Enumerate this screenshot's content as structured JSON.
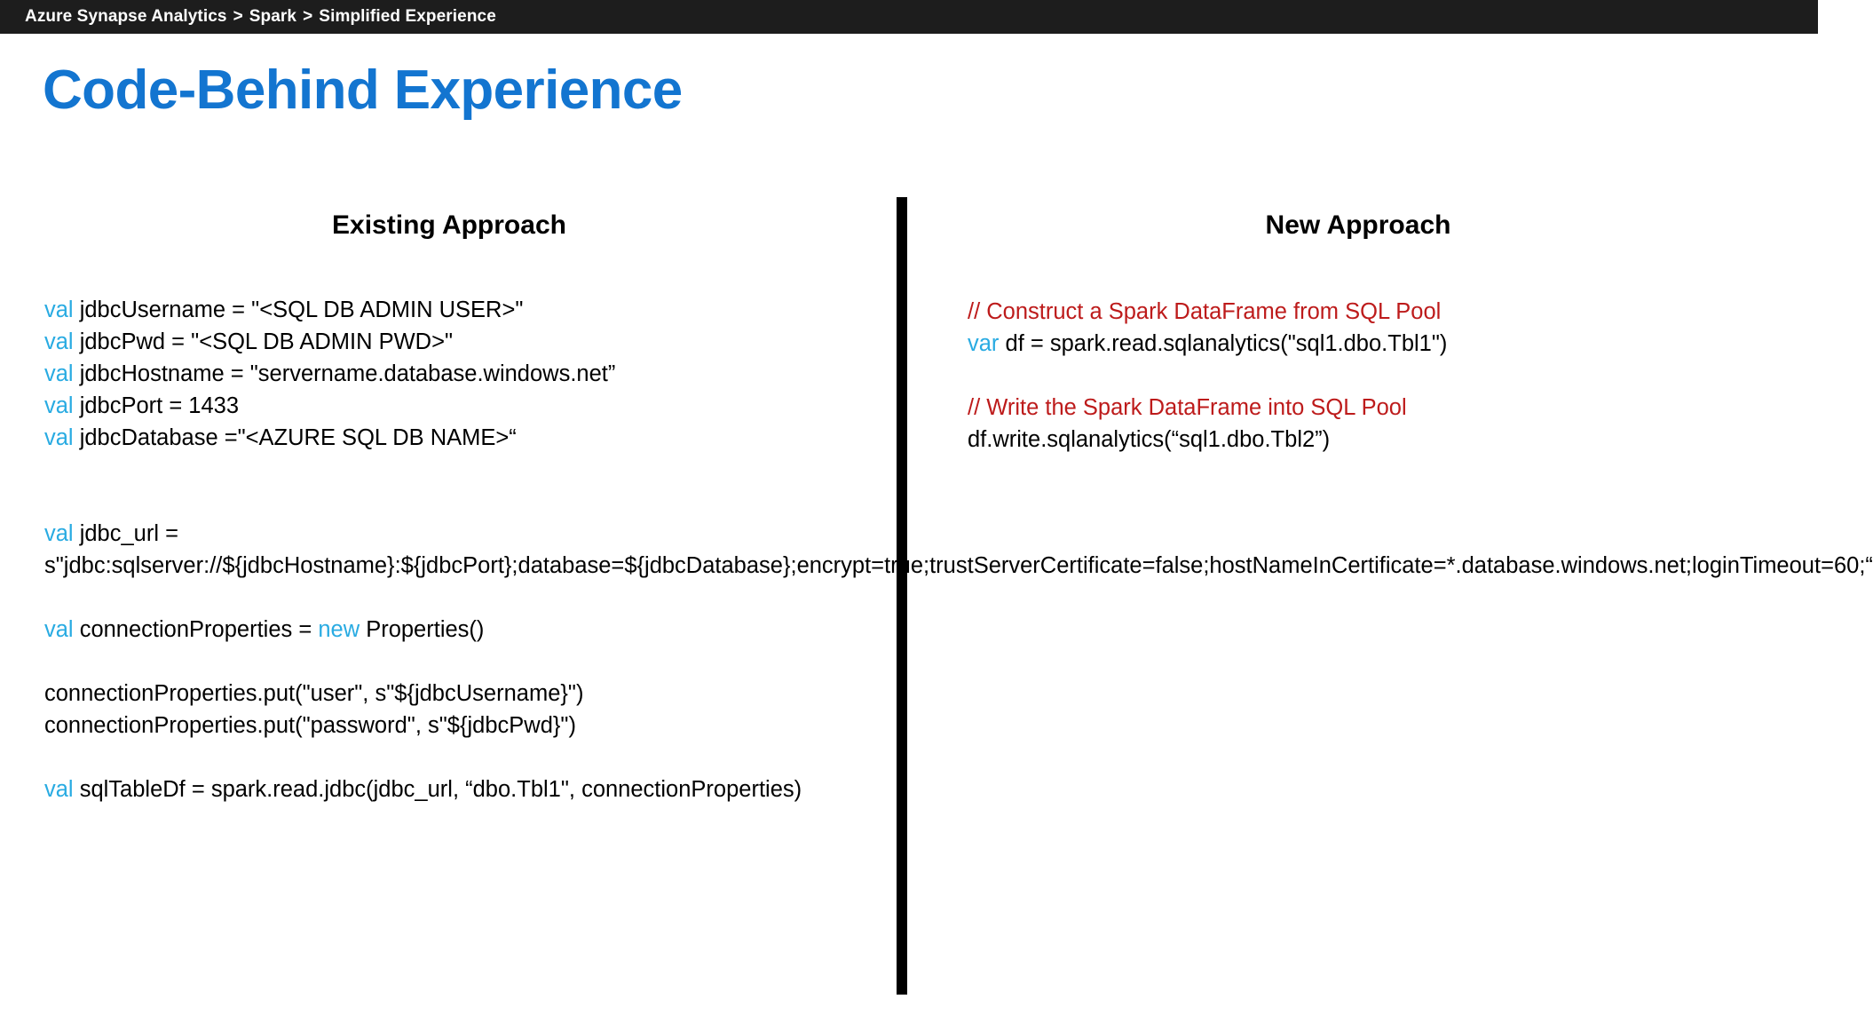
{
  "breadcrumb": {
    "items": [
      "Azure Synapse Analytics",
      "Spark",
      "Simplified Experience"
    ],
    "separator": ">"
  },
  "title": "Code-Behind Experience",
  "columns": {
    "left": {
      "heading": "Existing Approach",
      "lines": [
        {
          "kw": "val",
          "text": " jdbcUsername = \"<SQL DB ADMIN USER>\""
        },
        {
          "kw": "val",
          "text": " jdbcPwd = \"<SQL DB ADMIN PWD>\""
        },
        {
          "kw": "val",
          "text": " jdbcHostname = \"servername.database.windows.net”"
        },
        {
          "kw": "val",
          "text": " jdbcPort = 1433"
        },
        {
          "kw": "val",
          "text": " jdbcDatabase =\"<AZURE SQL DB NAME>“"
        },
        {
          "kw": "",
          "text": ""
        },
        {
          "kw": "",
          "text": ""
        },
        {
          "kw": "val",
          "text": " jdbc_url ="
        },
        {
          "kw": "",
          "text": "s\"jdbc:sqlserver://${jdbcHostname}:${jdbcPort};database=${jdbcDatabase};encrypt=true;trustServerCertificate=false;hostNameInCertificate=*.database.windows.net;loginTimeout=60;“"
        },
        {
          "kw": "",
          "text": ""
        },
        {
          "kw": "val",
          "text": " connectionProperties = ",
          "kw2": "new",
          "text2": " Properties()"
        },
        {
          "kw": "",
          "text": ""
        },
        {
          "kw": "",
          "text": "connectionProperties.put(\"user\", s\"${jdbcUsername}\")"
        },
        {
          "kw": "",
          "text": "connectionProperties.put(\"password\", s\"${jdbcPwd}\")"
        },
        {
          "kw": "",
          "text": ""
        },
        {
          "kw": "val",
          "text": " sqlTableDf = spark.read.jdbc(jdbc_url, “dbo.Tbl1\", connectionProperties)"
        }
      ]
    },
    "right": {
      "heading": "New Approach",
      "lines": [
        {
          "comment": "// Construct a Spark DataFrame from SQL Pool"
        },
        {
          "kw": "var",
          "text": " df = spark.read.sqlanalytics(\"sql1.dbo.Tbl1\")"
        },
        {
          "kw": "",
          "text": ""
        },
        {
          "comment": "// Write the Spark DataFrame into SQL Pool"
        },
        {
          "kw": "",
          "text": "df.write.sqlanalytics(“sql1.dbo.Tbl2”)"
        }
      ]
    }
  },
  "colors": {
    "topbar_bg": "#1d1d1d",
    "title_blue": "#1375d0",
    "keyword_blue": "#29abe2",
    "comment_red": "#bd1b1b",
    "divider_black": "#000000",
    "page_bg": "#ffffff"
  }
}
